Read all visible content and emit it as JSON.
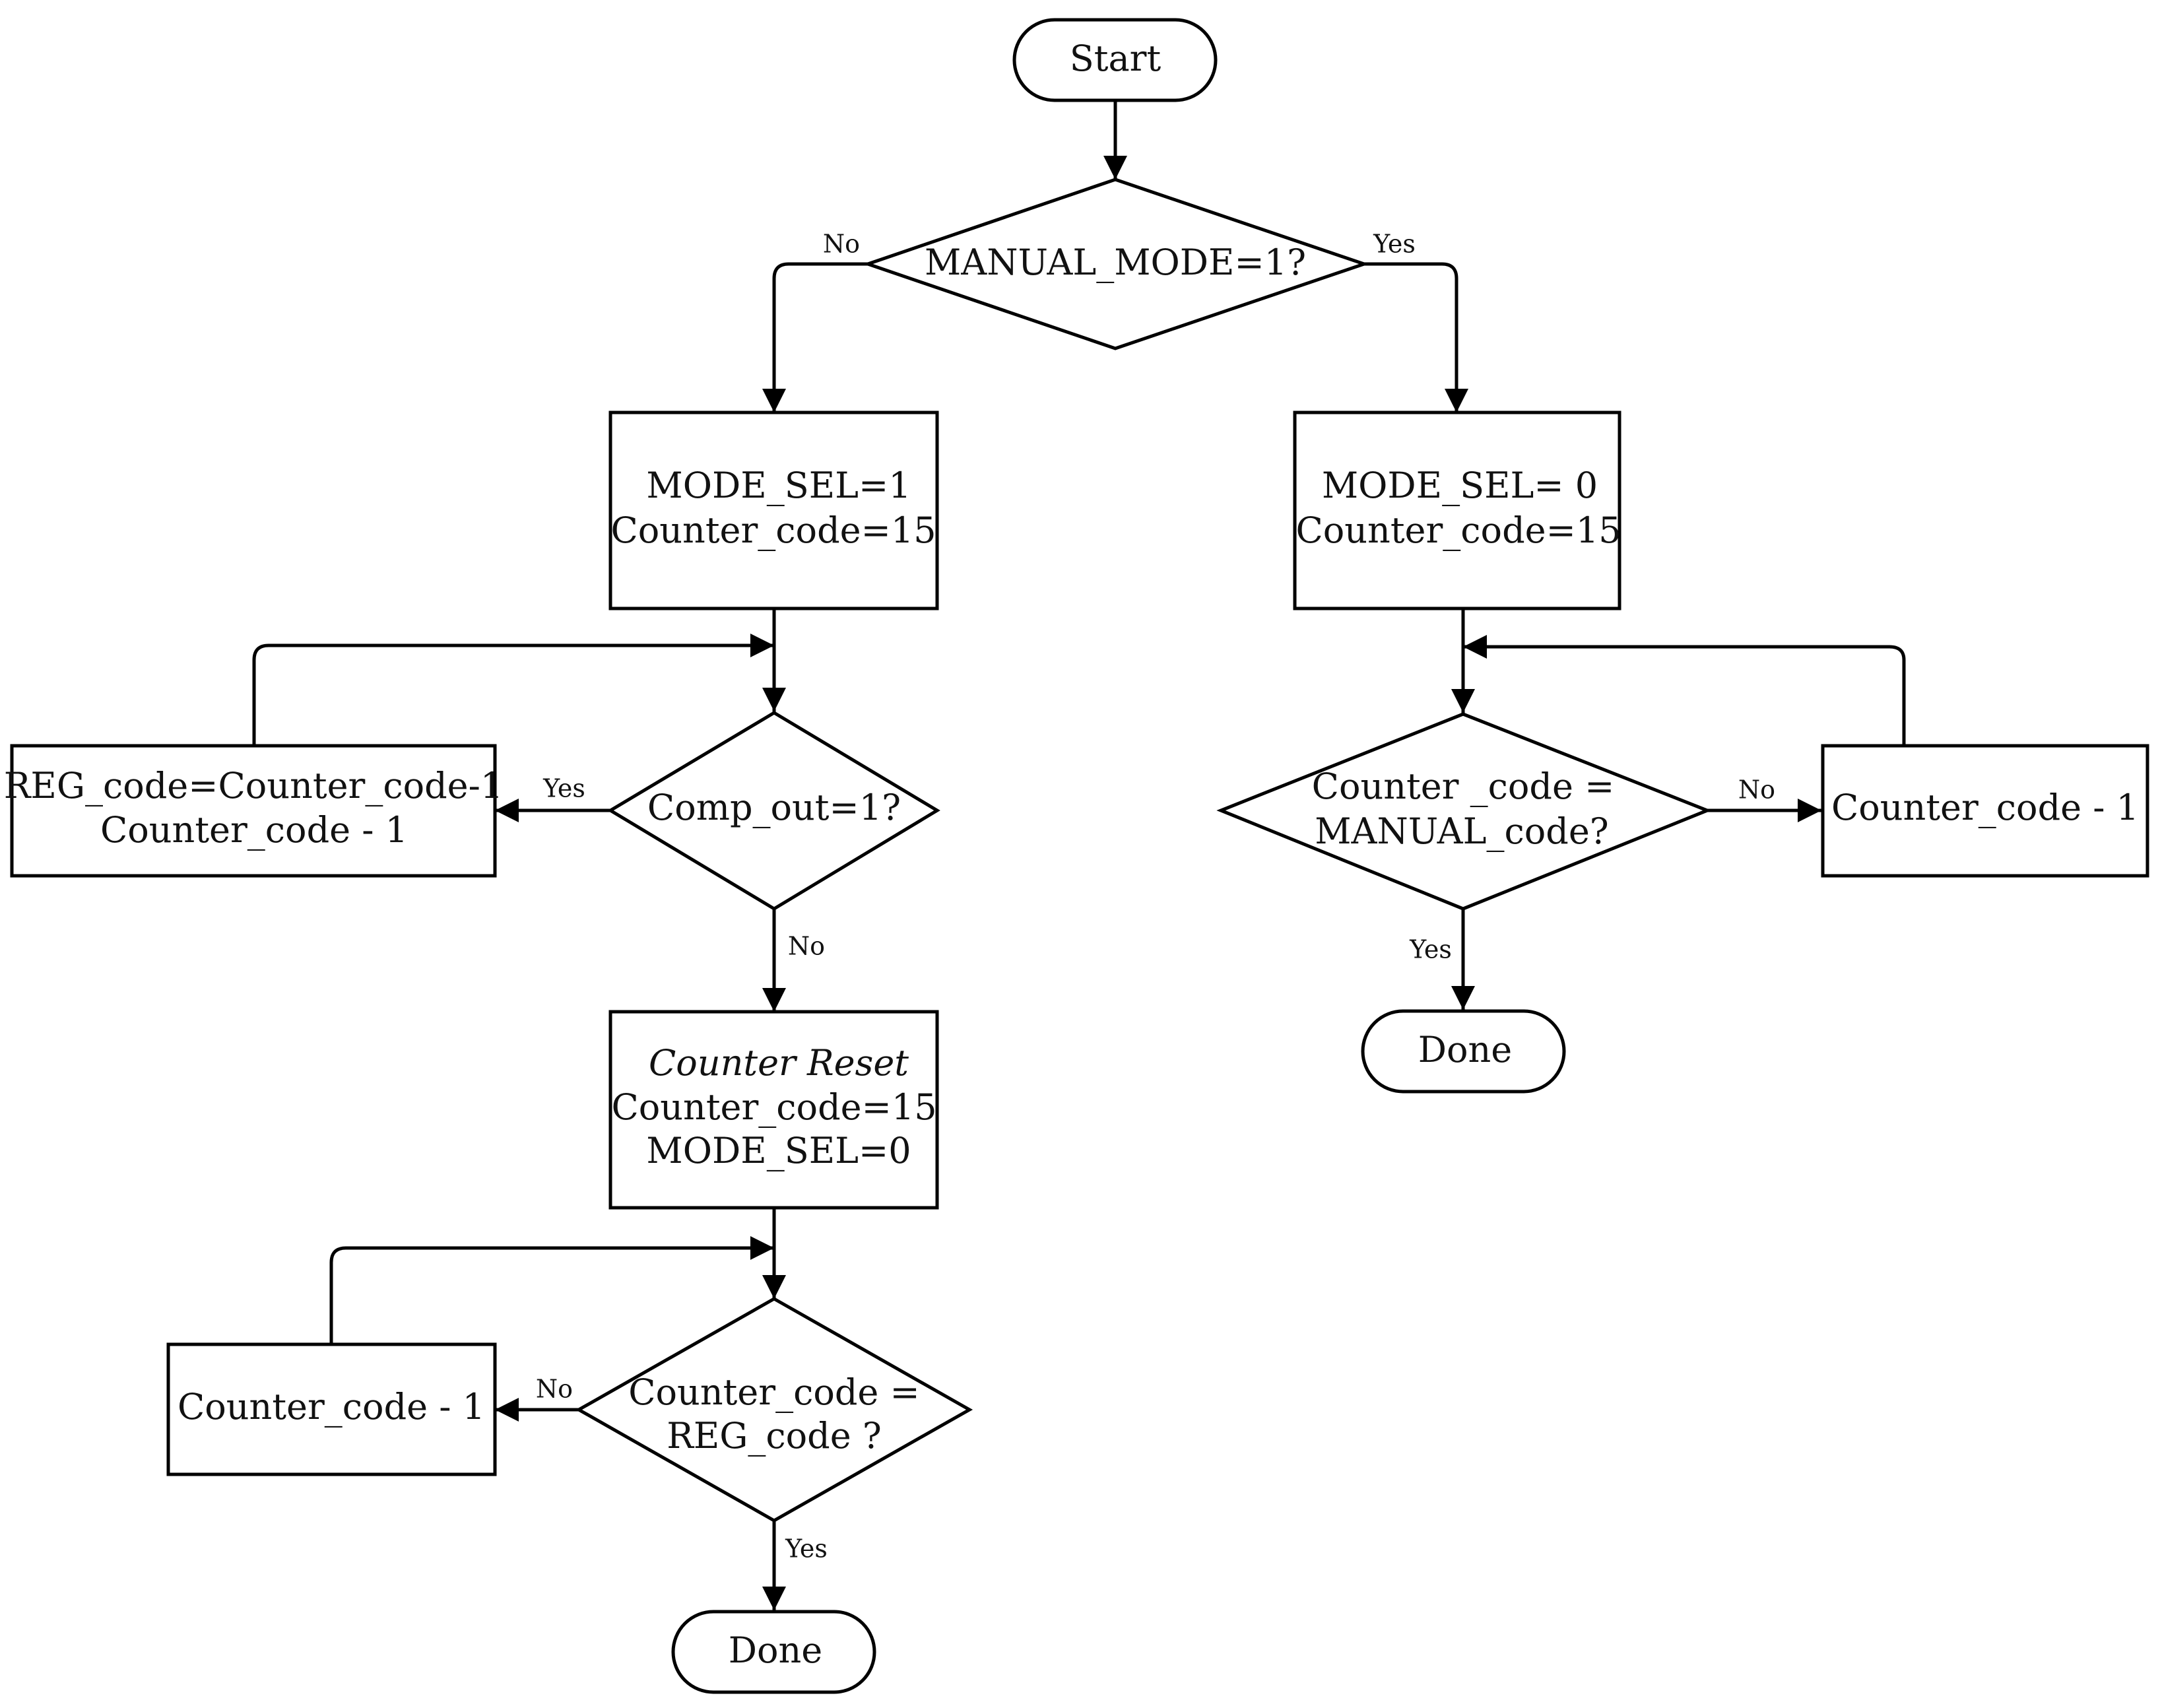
{
  "start": {
    "label": "Start"
  },
  "decision_manual_mode": {
    "label": "MANUAL_MODE=1?",
    "no_label": "No",
    "yes_label": "Yes"
  },
  "box_mode_sel_1": {
    "line1": "MODE_SEL=1",
    "line2": "Counter_code=15"
  },
  "box_mode_sel_0": {
    "line1": "MODE_SEL= 0",
    "line2": "Counter_code=15"
  },
  "decision_comp_out": {
    "label": "Comp_out=1?",
    "yes_label": "Yes",
    "no_label": "No"
  },
  "box_reg_code": {
    "line1": "REG_code=Counter_code-1",
    "line2": "Counter_code - 1"
  },
  "box_counter_reset": {
    "line1": "Counter Reset",
    "line2": "Counter_code=15",
    "line3": "MODE_SEL=0"
  },
  "decision_reg_code": {
    "line1": "Counter_code =",
    "line2": "REG_code ?",
    "no_label": "No",
    "yes_label": "Yes"
  },
  "box_counter_dec_left": {
    "label": "Counter_code - 1"
  },
  "done_left": {
    "label": "Done"
  },
  "decision_manual_code": {
    "line1": "Counter _code =",
    "line2": "MANUAL_code?",
    "no_label": "No",
    "yes_label": "Yes"
  },
  "box_counter_dec_right": {
    "label": "Counter_code - 1"
  },
  "done_right": {
    "label": "Done"
  }
}
